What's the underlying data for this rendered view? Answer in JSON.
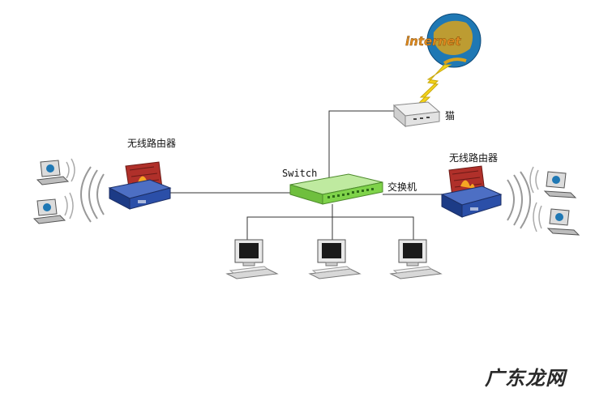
{
  "labels": {
    "internet": "internet",
    "modem": "猫",
    "switch_en": "Switch",
    "switch_cn": "交换机",
    "router_left": "无线路由器",
    "router_right": "无线路由器"
  },
  "watermark": "广东龙网",
  "colors": {
    "line": "#333333",
    "globe_blue": "#1f78b4",
    "globe_gold": "#d9a21b",
    "lightning": "#f2d21b",
    "switch_green": "#7fd34a",
    "router_blue": "#2b4fa8",
    "router_red": "#b0302a"
  }
}
